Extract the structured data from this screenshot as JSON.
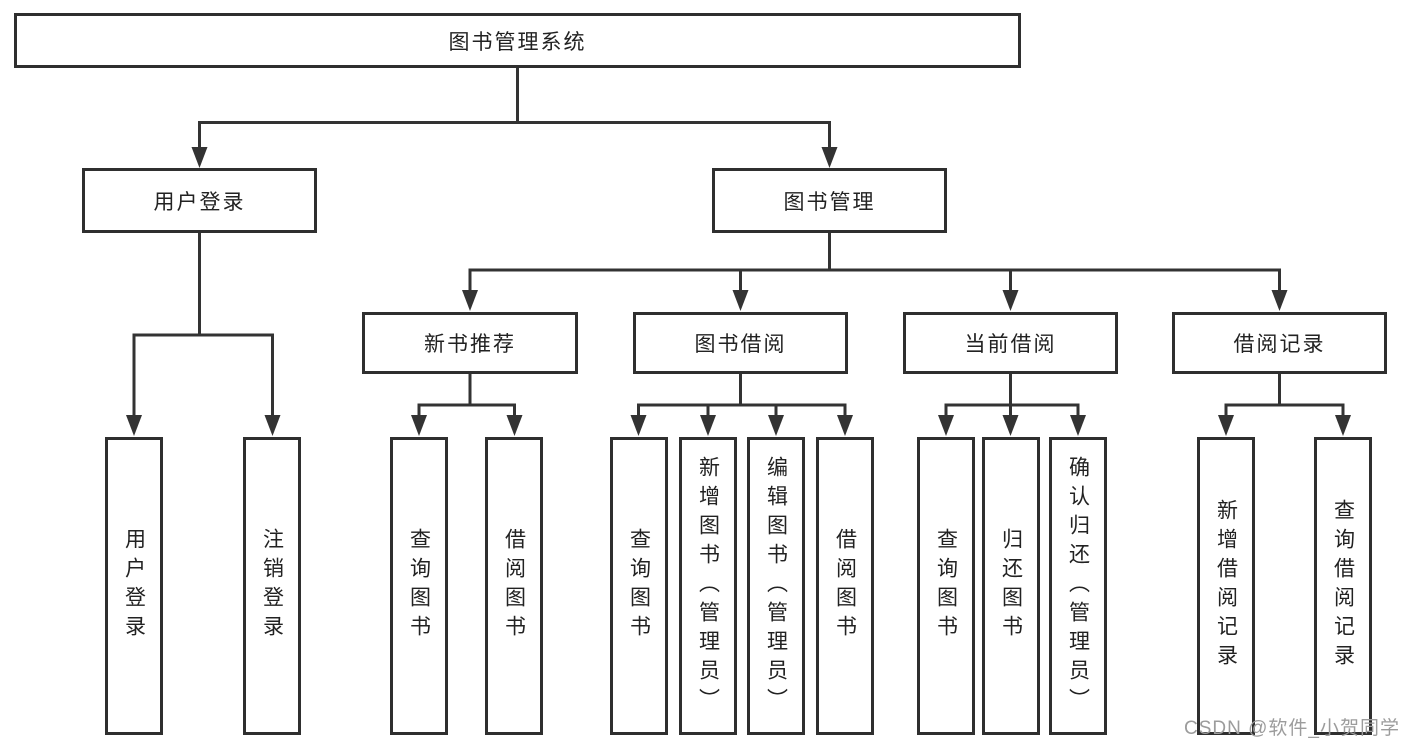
{
  "tree": {
    "label": "图书管理系统",
    "children": [
      {
        "label": "用户登录",
        "children": [
          {
            "label": "用户登录"
          },
          {
            "label": "注销登录"
          }
        ]
      },
      {
        "label": "图书管理",
        "children": [
          {
            "label": "新书推荐",
            "children": [
              {
                "label": "查询图书"
              },
              {
                "label": "借阅图书"
              }
            ]
          },
          {
            "label": "图书借阅",
            "children": [
              {
                "label": "查询图书"
              },
              {
                "label": "新增图书（管理员）"
              },
              {
                "label": "编辑图书（管理员）"
              },
              {
                "label": "借阅图书"
              }
            ]
          },
          {
            "label": "当前借阅",
            "children": [
              {
                "label": "查询图书"
              },
              {
                "label": "归还图书"
              },
              {
                "label": "确认归还（管理员）"
              }
            ]
          },
          {
            "label": "借阅记录",
            "children": [
              {
                "label": "新增借阅记录"
              },
              {
                "label": "查询借阅记录"
              }
            ]
          }
        ]
      }
    ]
  },
  "watermark": {
    "text": "CSDN @软件_小贺同学"
  },
  "colors": {
    "line": "#333333",
    "box_border": "#2f2f2f",
    "text": "#222222",
    "background": "#ffffff",
    "watermark": "#9c9c9c"
  }
}
